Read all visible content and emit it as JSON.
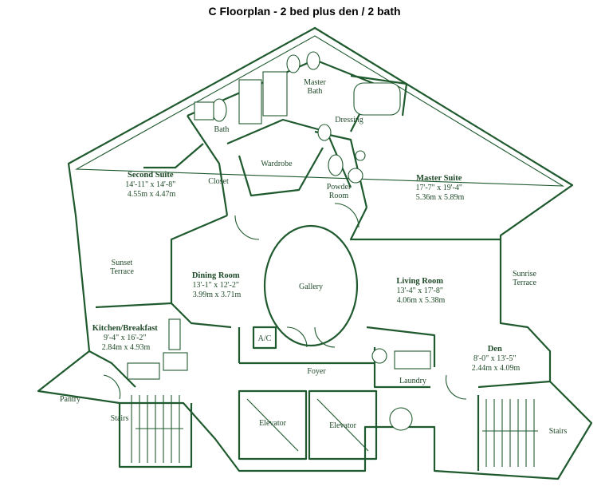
{
  "title": "C Floorplan - 2 bed plus den / 2 bath",
  "rooms": {
    "master_bath": [
      "Master",
      "Bath"
    ],
    "dressing": "Dressing",
    "bath": "Bath",
    "wardrobe": "Wardrobe",
    "closet": "Closet",
    "powder_room": [
      "Powder",
      "Room"
    ],
    "second_suite": {
      "name": "Second Suite",
      "dim_imperial": "14'-11\" x 14'-8\"",
      "dim_metric": "4.55m x 4.47m"
    },
    "master_suite": {
      "name": "Master Suite",
      "dim_imperial": "17'-7\" x 19'-4\"",
      "dim_metric": "5.36m x 5.89m"
    },
    "sunset_terrace": [
      "Sunset",
      "Terrace"
    ],
    "sunrise_terrace": [
      "Sunrise",
      "Terrace"
    ],
    "dining_room": {
      "name": "Dining Room",
      "dim_imperial": "13'-1\" x 12'-2\"",
      "dim_metric": "3.99m x 3.71m"
    },
    "gallery": "Gallery",
    "living_room": {
      "name": "Living Room",
      "dim_imperial": "13'-4\" x 17'-8\"",
      "dim_metric": "4.06m x 5.38m"
    },
    "kitchen": {
      "name": "Kitchen/Breakfast",
      "dim_imperial": "9'-4\" x 16'-2\"",
      "dim_metric": "2.84m x 4.93m"
    },
    "ac": "A/C",
    "den": {
      "name": "Den",
      "dim_imperial": "8'-0\" x 13'-5\"",
      "dim_metric": "2.44m x 4.09m"
    },
    "foyer": "Foyer",
    "laundry": "Laundry",
    "pantry": "Pantry",
    "stairs_left": "Stairs",
    "elevator_left": "Elevator",
    "elevator_right": "Elevator",
    "stairs_right": "Stairs"
  },
  "colors": {
    "line": "#1f5a2e",
    "label": "#1f4a28"
  }
}
